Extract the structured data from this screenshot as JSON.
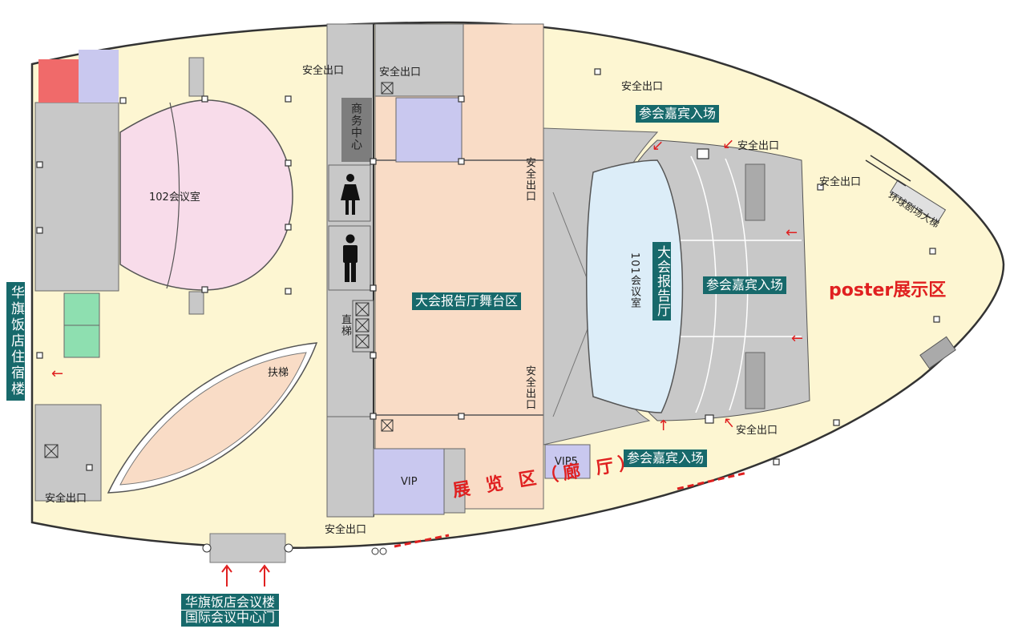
{
  "colors": {
    "floor": "#fdf6d2",
    "stage": "#f9dcc6",
    "hall_101": "#dcedf8",
    "hall_102": "#f8dcea",
    "vip": "#c9c8ef",
    "grey_zone": "#c8c8c8",
    "dark_grey": "#7d7d7d",
    "teal_label": "#17696b",
    "red_text": "#e02020",
    "green_room": "#8edfb0",
    "red_room": "#f06a6a"
  },
  "rooms": {
    "hall_102": "102会议室",
    "hall_101": "101会议室",
    "stage": "大会报告厅舞台区",
    "main_hall": "大会报告厅",
    "business_center": "商务中心",
    "escalator": "扶梯",
    "elevator": "直梯",
    "vip": "VIP",
    "vip5": "VIP5",
    "global_elevator": "环球剧场大梯"
  },
  "exits": {
    "exit_label": "安全出口"
  },
  "entrances": {
    "guest_entry": "参会嘉宾入场",
    "hotel_dorm": "华旗饭店住宿楼",
    "hotel_meeting_line1": "华旗饭店会议楼",
    "hotel_meeting_line2": "国际会议中心门"
  },
  "zones": {
    "poster": "poster展示区",
    "exhibition": "展 览 区（廊 厅）",
    "exhibition_dashes_left": "-----",
    "exhibition_dashes_right": "-----"
  },
  "icons": {
    "female": "female-toilet-icon",
    "male": "male-toilet-icon",
    "arrow": "red-arrow-icon"
  }
}
